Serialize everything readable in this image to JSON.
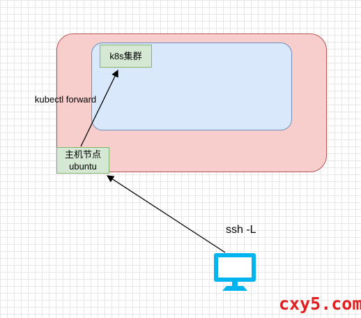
{
  "nodes": {
    "k8s_cluster": "k8s集群",
    "host_line1": "主机节点",
    "host_line2": "ubuntu"
  },
  "edges": {
    "kubectl_label": "kubectl forward",
    "ssh_label": "ssh -L"
  },
  "icons": {
    "client": "monitor-icon"
  },
  "watermark": "cxy5.com",
  "colors": {
    "outer_fill": "#f8cecc",
    "inner_fill": "#dae8fc",
    "node_fill": "#d5e8d4",
    "monitor": "#00b4f0",
    "watermark": "#e02020"
  }
}
